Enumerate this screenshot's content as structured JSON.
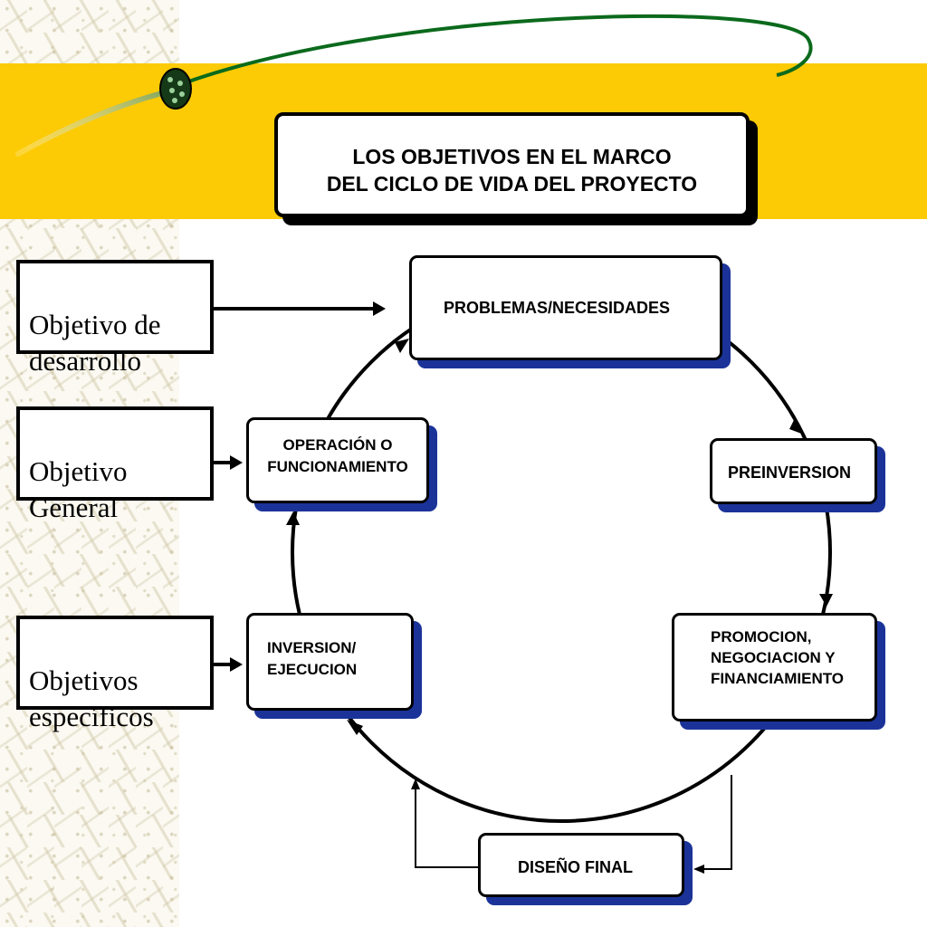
{
  "title": "LOS OBJETIVOS EN EL MARCO\nDEL CICLO DE VIDA DEL PROYECTO",
  "objectives": {
    "desarrollo": "Objetivo de\ndesarrollo",
    "general": "Objetivo\nGeneral",
    "especificos": "Objetivos\nespecíficos"
  },
  "cycle": {
    "problemas": "PROBLEMAS/NECESIDADES",
    "preinversion": "PREINVERSION",
    "promocion": "PROMOCION,\nNEGOCIACION Y\nFINANCIAMIENTO",
    "diseno": "DISEÑO FINAL",
    "inversion": "INVERSION/\nEJECUCION",
    "operacion": "OPERACIÓN O\nFUNCIONAMIENTO"
  },
  "colors": {
    "band": "#fccb05",
    "shadow": "#1b3399",
    "swoosh": "#0b6a1c"
  }
}
